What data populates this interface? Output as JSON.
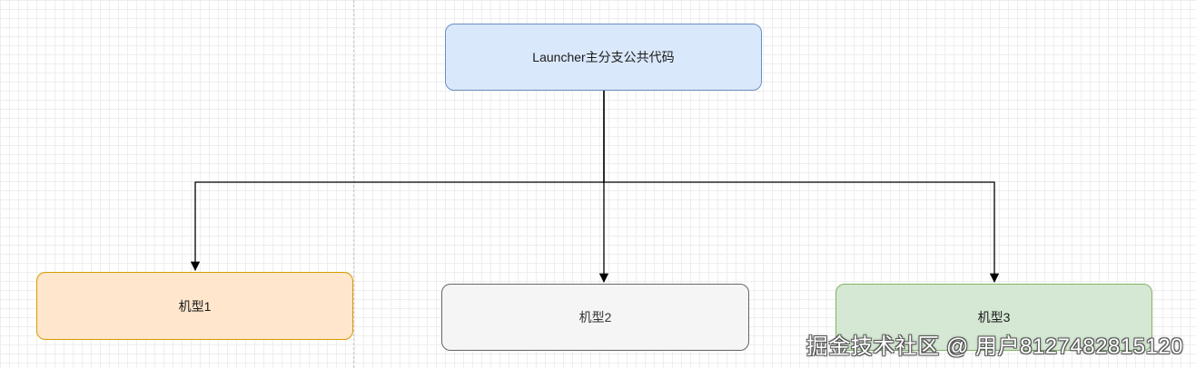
{
  "diagram": {
    "root": {
      "label": "Launcher主分支公共代码"
    },
    "children": [
      {
        "label": "机型1",
        "fill": "#ffe6cc",
        "stroke": "#d79b00"
      },
      {
        "label": "机型2",
        "fill": "#f5f5f5",
        "stroke": "#666666"
      },
      {
        "label": "机型3",
        "fill": "#d5e8d4",
        "stroke": "#82b366"
      }
    ],
    "root_colors": {
      "fill": "#dae8fc",
      "stroke": "#6c8ebf"
    },
    "connector_color": "#000000"
  },
  "watermark": {
    "text": "掘金技术社区 @ 用户8127482815120"
  }
}
